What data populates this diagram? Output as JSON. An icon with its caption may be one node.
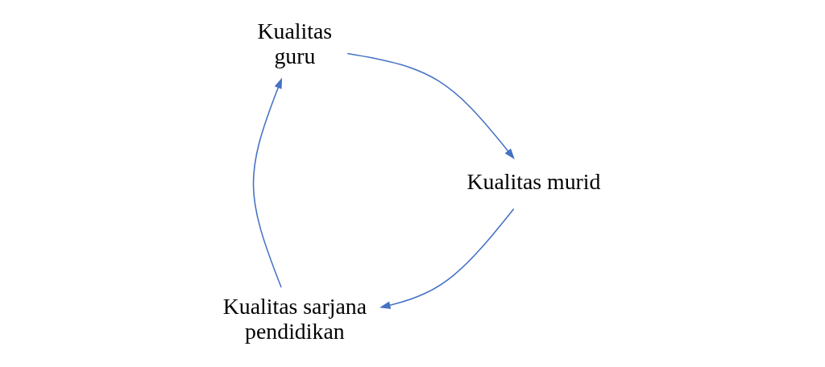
{
  "diagram": {
    "nodes": [
      {
        "text": [
          "Kualitas guru"
        ]
      },
      {
        "text": [
          "Kualitas murid"
        ]
      },
      {
        "text": [
          "Kualitas sarjana pendidikan"
        ]
      }
    ],
    "edges": [
      {
        "from": 0,
        "to": 1,
        "arrow": "to"
      },
      {
        "from": 1,
        "to": 2,
        "arrow": "to"
      },
      {
        "from": 2,
        "to": 0,
        "arrow": "to"
      }
    ]
  }
}
